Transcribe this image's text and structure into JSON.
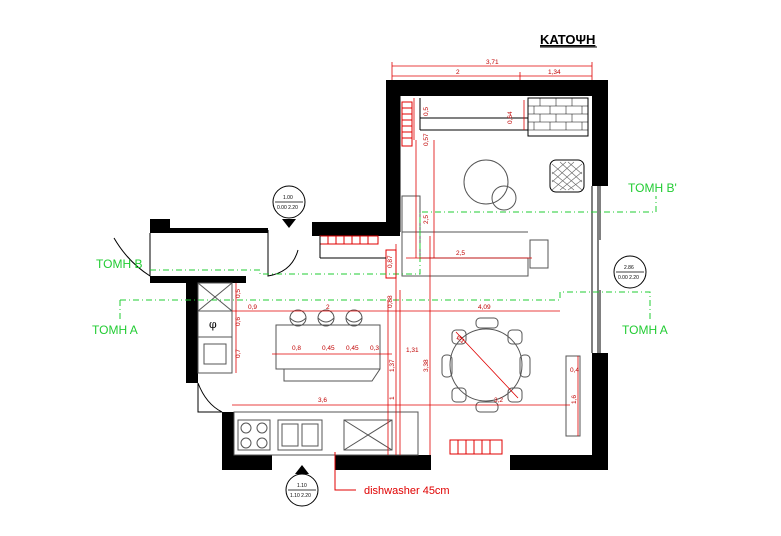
{
  "title": "ΚΑΤΟΨΗ",
  "sections": {
    "b_prime": "ΤΟΜΗ Β'",
    "b": "ΤΟΜΗ Β",
    "a_left": "ΤΟΜΗ Α",
    "a_right": "ΤΟΜΗ Α"
  },
  "window_tags": {
    "top": {
      "line1": "1.00",
      "line2": "0.00 2.20"
    },
    "right": {
      "line1": "2.86",
      "line2": "0.00 2.20"
    },
    "bottom": {
      "line1": "1.10",
      "line2": "1.10 2.20"
    }
  },
  "dimensions": {
    "top_total": "3,71",
    "top_left": "2",
    "top_right": "1,34",
    "d_05": "0,5",
    "d_057": "0,57",
    "d_064": "0,64",
    "d_25v": "2,5",
    "d_25h": "2,5",
    "d_087": "0,87",
    "d_088": "0,88",
    "d_05b": "0,5",
    "d_09": "0,9",
    "d_2": "2",
    "d_409": "4,09",
    "d_06": "0,6",
    "d_07": "0,7",
    "d_08": "0,8",
    "d_045a": "0,45",
    "d_045b": "0,45",
    "d_03": "0,3",
    "d_131": "1,31",
    "d_338": "3,38",
    "d_137": "1,37",
    "d_1": "1",
    "d_36": "3,6",
    "d_32": "3,2",
    "d_04": "0,4",
    "d_16": "1,6",
    "d_d1": "Ø1"
  },
  "fridge_symbol": "φ",
  "note": "dishwasher 45cm",
  "colors": {
    "dimension": "#e00000",
    "section": "#22cc33",
    "wall": "#000000"
  }
}
